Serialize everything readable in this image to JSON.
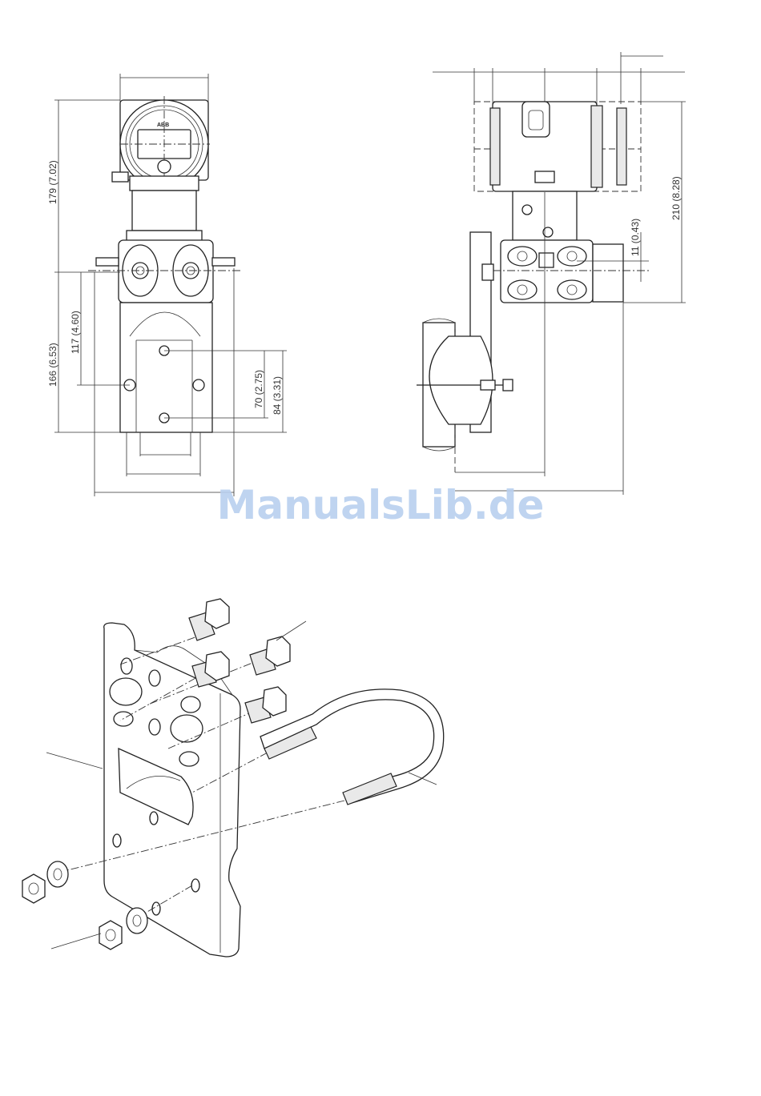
{
  "watermark": "ManualsLib.de",
  "device_logo": "ABB",
  "dimensions": {
    "d179": "179 (7.02)",
    "d166": "166 (6.53)",
    "d117": "117 (4.60)",
    "d70": "70 (2.75)",
    "d84": "84 (3.31)",
    "d210": "210 (8.28)",
    "d11": "11 (0.43)"
  }
}
